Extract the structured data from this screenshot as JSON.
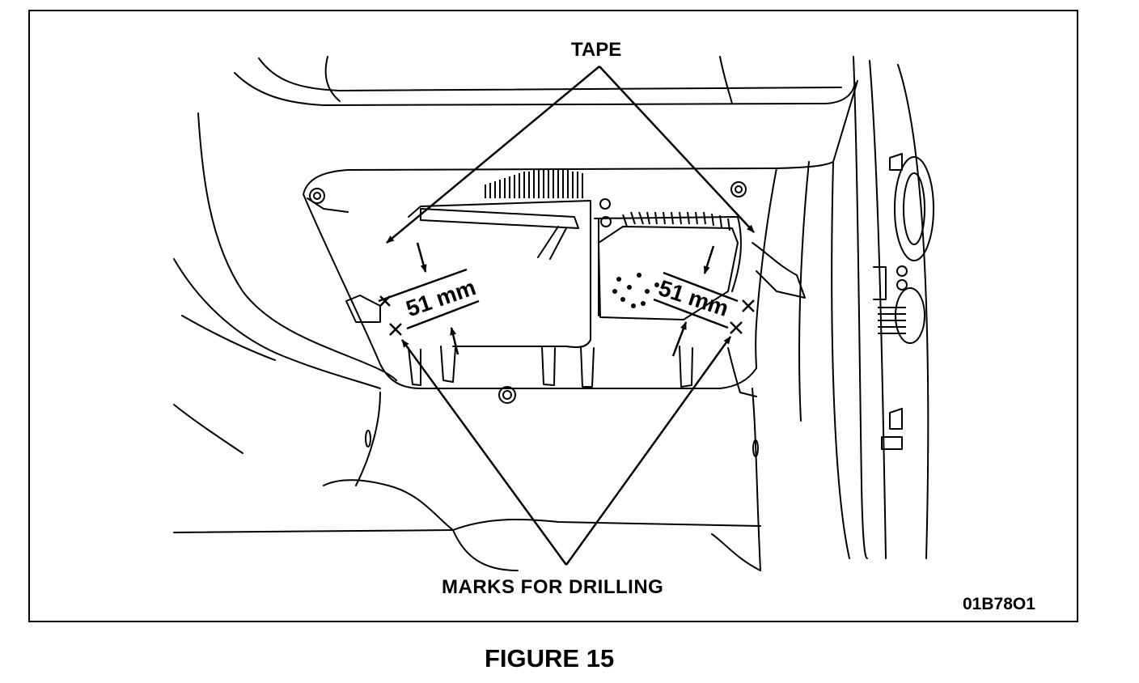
{
  "labels": {
    "tape": "TAPE",
    "marks": "MARKS FOR DRILLING",
    "dim_left": "51 mm",
    "dim_right": "51 mm",
    "code": "01B78O1",
    "figure": "FIGURE 15"
  }
}
